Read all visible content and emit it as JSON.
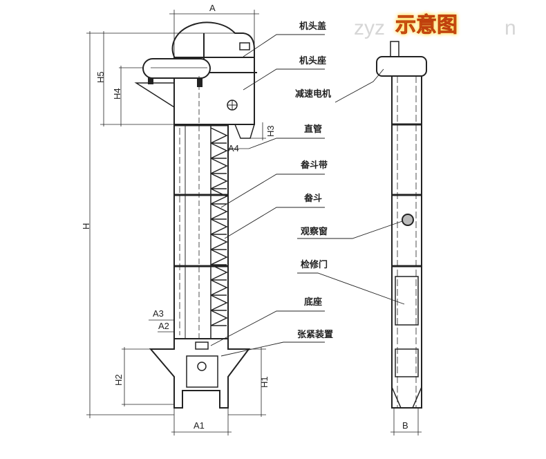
{
  "title": "示意图",
  "watermark_left": "zyz",
  "watermark_right": "n",
  "labels": [
    "机头盖",
    "机头座",
    "减速电机",
    "直管",
    "畚斗带",
    "畚斗",
    "观察窗",
    "检修门",
    "底座",
    "张紧装置"
  ],
  "dimensions": {
    "A": "A",
    "H": "H",
    "H1": "H1",
    "H2": "H2",
    "H3": "H3",
    "H4": "H4",
    "H5": "H5",
    "A1": "A1",
    "A2": "A2",
    "A3": "A3",
    "A4": "A4",
    "B": "B"
  }
}
